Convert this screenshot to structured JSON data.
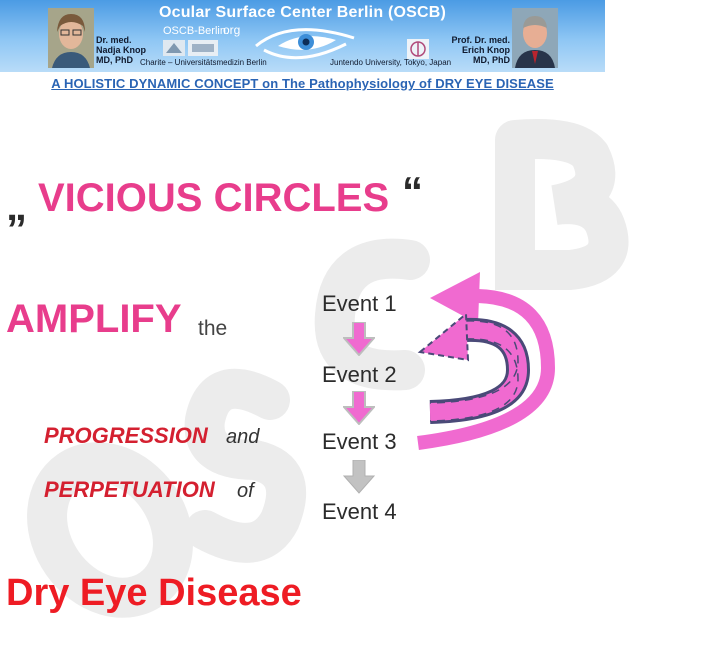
{
  "header": {
    "title": "Ocular Surface Center Berlin (OSCB)",
    "left_person": {
      "line1": "Dr. med.",
      "line2": "Nadja Knop",
      "line3": "MD, PhD"
    },
    "right_person": {
      "line1": "Prof. Dr. med.",
      "line2": "Erich Knop",
      "line3": "MD, PhD"
    },
    "website": "OSCB-Berlin.",
    "website_suffix": "org",
    "left_affiliation": "Charite – Universitätsmedizin Berlin",
    "right_affiliation": "Juntendo University, Tokyo, Japan",
    "accent_color": "#4b9be4"
  },
  "subtitle": "A HOLISTIC DYNAMIC CONCEPT on The Pathophysiology of DRY EYE DISEASE",
  "slide": {
    "open_quote": "„",
    "heading": "VICIOUS CIRCLES",
    "close_quote": "“",
    "amplify": "AMPLIFY",
    "the": "the",
    "progression": "PROGRESSION",
    "and": "and",
    "perpetuation": "PERPETUATION",
    "of": "of",
    "disease": "Dry Eye Disease",
    "events": [
      "Event 1",
      "Event 2",
      "Event 3",
      "Event 4"
    ],
    "pink": "#e83d8c",
    "red": "#ee1c24"
  },
  "watermark": "OSCB"
}
